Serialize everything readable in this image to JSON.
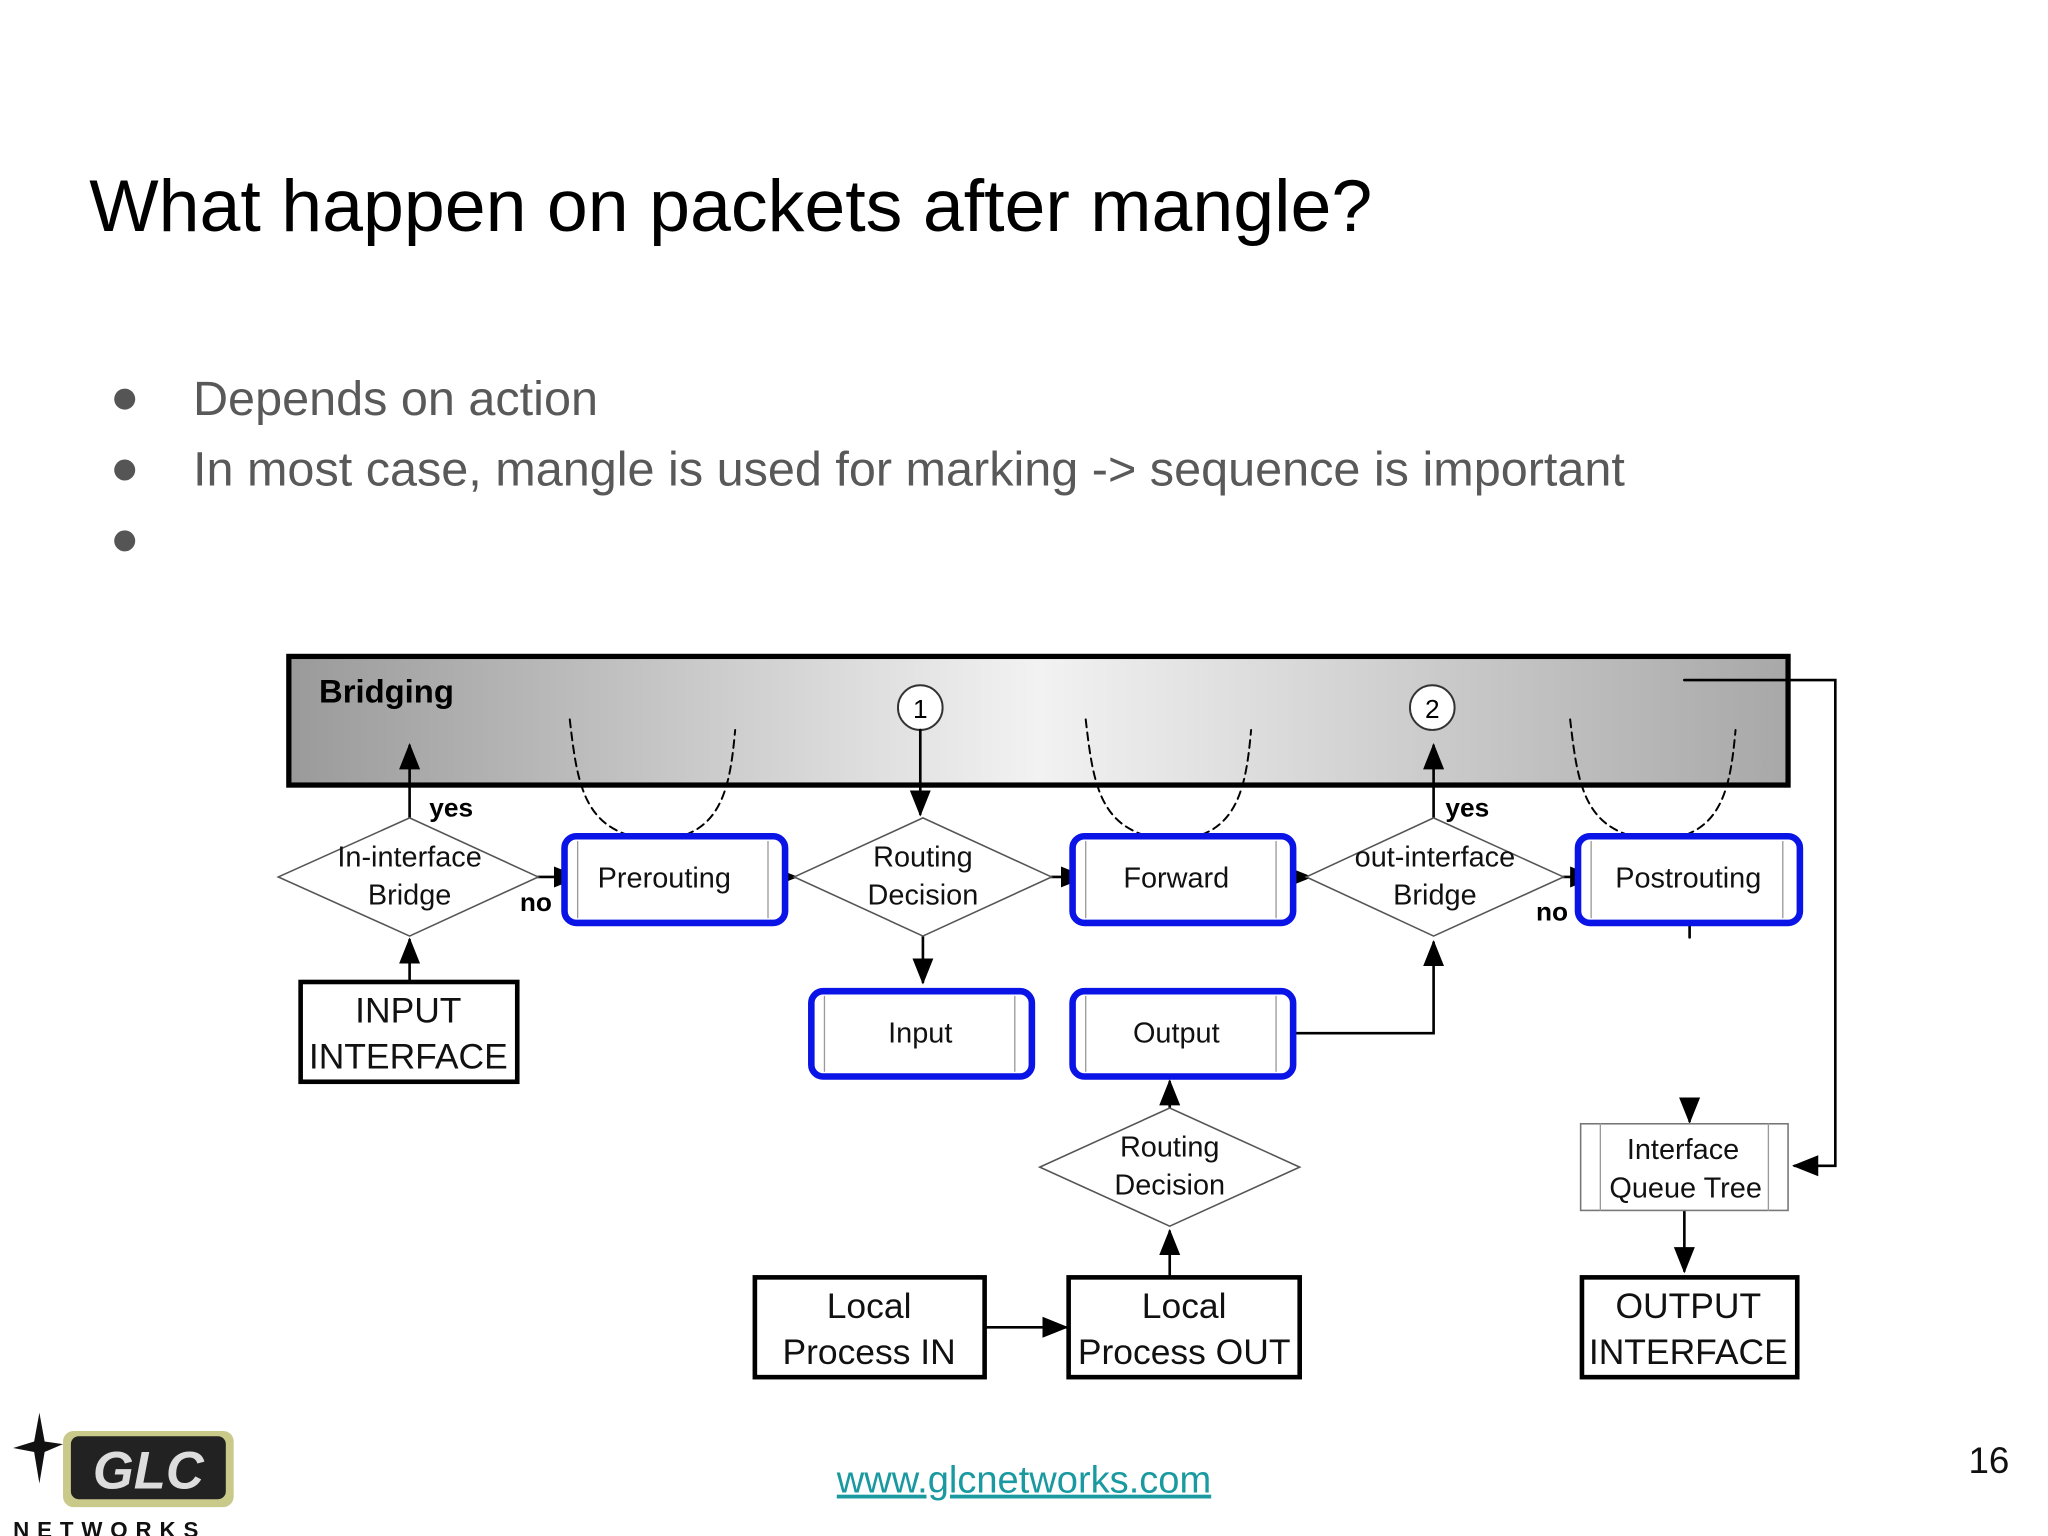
{
  "slide": {
    "title": "What happen on packets after mangle?",
    "bullets": [
      "Depends on action",
      "In most case, mangle is used for marking -> sequence is important",
      ""
    ],
    "page_number": "16",
    "footer_link": "www.glcnetworks.com",
    "logo_text": "GLC",
    "logo_subtext": "NETWORKS"
  },
  "diagram": {
    "bridging_label": "Bridging",
    "circle_1": "1",
    "circle_2": "2",
    "yes_1": "yes",
    "no_1": "no",
    "yes_2": "yes",
    "no_2": "no",
    "in_interface": [
      "In-interface",
      "Bridge"
    ],
    "routing_decision_top": [
      "Routing",
      "Decision"
    ],
    "out_interface": [
      "out-interface",
      "Bridge"
    ],
    "routing_decision_bottom": [
      "Routing",
      "Decision"
    ],
    "prerouting": "Prerouting",
    "forward": "Forward",
    "postrouting": "Postrouting",
    "input": "Input",
    "output": "Output",
    "input_interface": [
      "INPUT",
      "INTERFACE"
    ],
    "local_in": [
      "Local",
      "Process IN"
    ],
    "local_out": [
      "Local",
      "Process OUT"
    ],
    "output_interface": [
      "OUTPUT",
      "INTERFACE"
    ],
    "queue_tree": [
      "Interface",
      "Queue Tree"
    ],
    "highlight_color": "#0a14e6"
  },
  "colors": {
    "link": "#1a9aa0",
    "bullet_text": "#595959"
  }
}
